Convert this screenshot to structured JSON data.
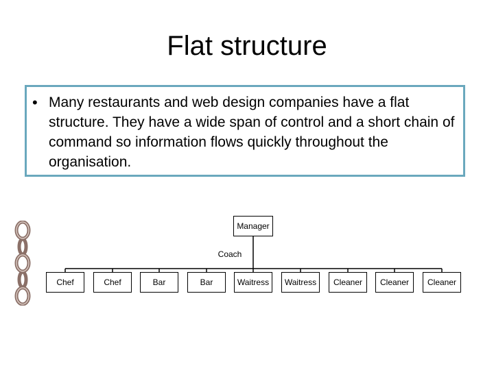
{
  "title": "Flat structure",
  "bullet": {
    "symbol": "•",
    "text": "Many restaurants and web design companies have a flat structure. They have a wide span of control and a short chain of command so information flows quickly throughout the organisation."
  },
  "colors": {
    "box_border": "#6aa8bd",
    "chain": "#8b7068"
  },
  "icons": {
    "chain": "chain-icon"
  },
  "org_chart": {
    "top": "Manager",
    "middle": "Coach",
    "staff": [
      "Chef",
      "Chef",
      "Bar",
      "Bar",
      "Waitress",
      "Waitress",
      "Cleaner",
      "Cleaner",
      "Cleaner"
    ]
  }
}
